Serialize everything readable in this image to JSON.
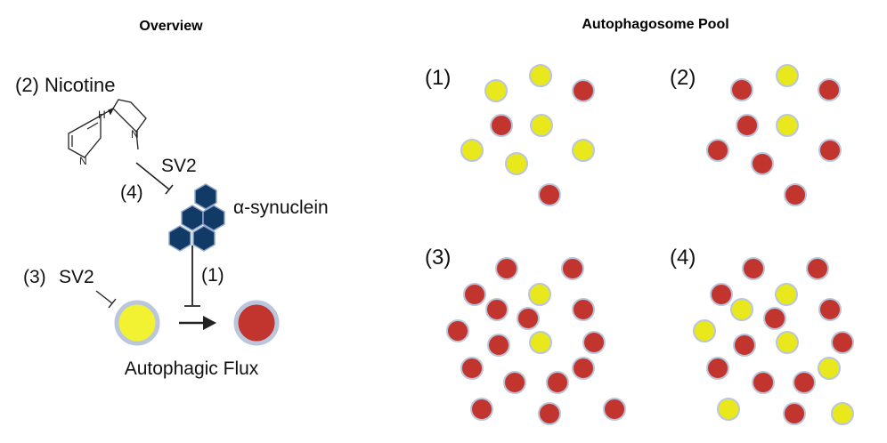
{
  "overview": {
    "title": "Overview",
    "nicotine_label": "(2) Nicotine",
    "atom_h": "H",
    "atom_n": "N",
    "sv2_top": "SV2",
    "step4": "(4)",
    "synuclein": "α-synuclein",
    "step3": "(3)",
    "sv2_left": "SV2",
    "step1": "(1)",
    "flux": "Autophagic Flux"
  },
  "pool": {
    "title": "Autophagosome Pool",
    "panels": [
      {
        "label": "(1)"
      },
      {
        "label": "(2)"
      },
      {
        "label": "(3)"
      },
      {
        "label": "(4)"
      }
    ]
  },
  "colors": {
    "yellow": "#e9e81d",
    "red": "#c1352e",
    "navy": "#123a66",
    "rim": "#b9c6dc"
  }
}
